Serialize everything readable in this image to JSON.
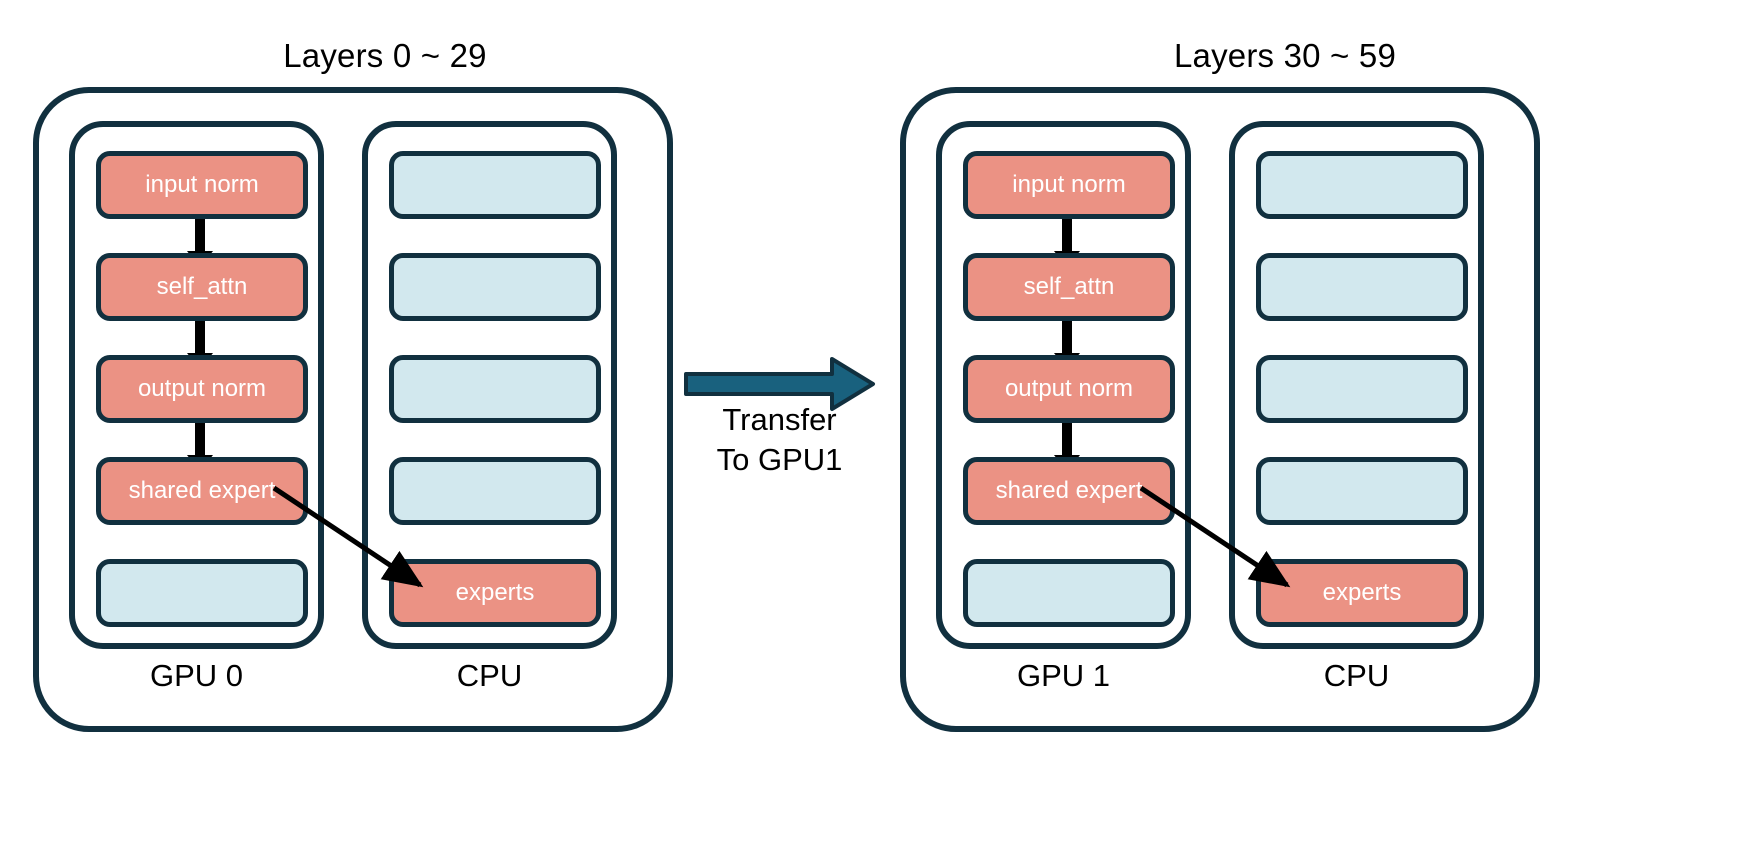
{
  "diagram": {
    "title_left": "Layers 0 ~ 29",
    "title_right": "Layers 30 ~ 59",
    "transfer": {
      "label": "Transfer\nTo GPU1",
      "arrow_color": "#19617e",
      "arrow_outline": "#11303f"
    },
    "colors": {
      "active_block": "#eb9284",
      "idle_block": "#d2e8ee",
      "outline": "#11303f",
      "flow_arrow": "#000000",
      "text_on_block": "#ffffff",
      "text_label": "#000000",
      "background": "#ffffff"
    },
    "panels": [
      {
        "id": "panel-left",
        "title": "Layers 0 ~ 29",
        "columns": [
          {
            "id": "gpu-0",
            "device_label": "GPU 0",
            "kind": "gpu",
            "blocks": [
              {
                "label": "input norm",
                "state": "active"
              },
              {
                "label": "self_attn",
                "state": "active"
              },
              {
                "label": "output norm",
                "state": "active"
              },
              {
                "label": "shared expert",
                "state": "active"
              },
              {
                "label": "",
                "state": "idle"
              }
            ],
            "flow_arrows": 3
          },
          {
            "id": "cpu-0",
            "device_label": "CPU",
            "kind": "cpu",
            "blocks": [
              {
                "label": "",
                "state": "idle"
              },
              {
                "label": "",
                "state": "idle"
              },
              {
                "label": "",
                "state": "idle"
              },
              {
                "label": "",
                "state": "idle"
              },
              {
                "label": "experts",
                "state": "active"
              }
            ],
            "flow_arrows": 0
          }
        ],
        "dispatch_arrow": {
          "from": "shared expert",
          "to": "experts"
        }
      },
      {
        "id": "panel-right",
        "title": "Layers 30 ~ 59",
        "columns": [
          {
            "id": "gpu-1",
            "device_label": "GPU 1",
            "kind": "gpu",
            "blocks": [
              {
                "label": "input norm",
                "state": "active"
              },
              {
                "label": "self_attn",
                "state": "active"
              },
              {
                "label": "output norm",
                "state": "active"
              },
              {
                "label": "shared expert",
                "state": "active"
              },
              {
                "label": "",
                "state": "idle"
              }
            ],
            "flow_arrows": 3
          },
          {
            "id": "cpu-1",
            "device_label": "CPU",
            "kind": "cpu",
            "blocks": [
              {
                "label": "",
                "state": "idle"
              },
              {
                "label": "",
                "state": "idle"
              },
              {
                "label": "",
                "state": "idle"
              },
              {
                "label": "",
                "state": "idle"
              },
              {
                "label": "experts",
                "state": "active"
              }
            ],
            "flow_arrows": 0
          }
        ],
        "dispatch_arrow": {
          "from": "shared expert",
          "to": "experts"
        }
      }
    ]
  }
}
